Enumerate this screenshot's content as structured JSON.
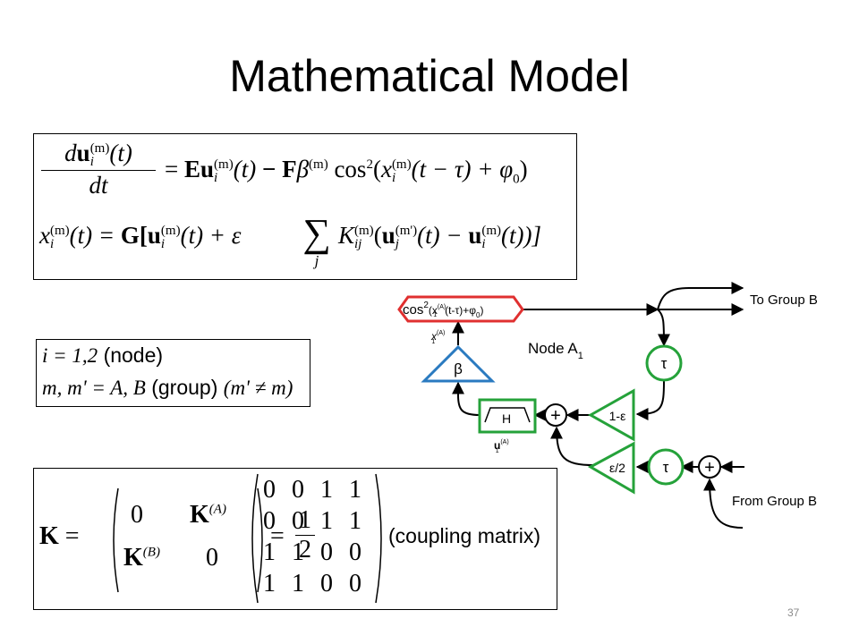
{
  "slide": {
    "title": "Mathematical Model",
    "page_number": "37"
  },
  "equations": {
    "eq1": {
      "lhs_num_d": "d",
      "lhs_num_u": "u",
      "sub_i": "i",
      "sup_m": "(m)",
      "arg_t": "(t)",
      "lhs_den": "dt",
      "eq": "=",
      "E": "E",
      "minus_F": "− F",
      "beta": "β",
      "cos": "cos",
      "sq": "2",
      "x": "x",
      "arg_delay": "(t − τ) + φ",
      "phi_sub": "0",
      "close": ")"
    },
    "eq2": {
      "x": "x",
      "arg_t": "(t) =",
      "G": "G[",
      "u": "u",
      "sub_i": "i",
      "sup_m": "(m)",
      "plus_eps": "(t) + ε",
      "sigma": "∑",
      "sum_index": "j",
      "K": "K",
      "sub_ij": "ij",
      "open": "(",
      "sub_j": "j",
      "sup_mprime": "(m')",
      "minus": "(t) −",
      "close": "(t))]"
    }
  },
  "definitions": {
    "line1_math": "i = 1,2",
    "line1_text": "(node)",
    "line2_math": "m, m' = A, B",
    "line2_text": "(group)",
    "line2_cond": "(m' ≠ m)"
  },
  "coupling": {
    "K": "K",
    "eq": "=",
    "block_top": "0",
    "block_top_K": "K",
    "block_top_sup": "(A)",
    "block_bottom_K": "K",
    "block_bottom_sup": "(B)",
    "block_bottom": "0",
    "half_num": "1",
    "half_den": "2",
    "rows": [
      [
        "0",
        "0",
        "1",
        "1"
      ],
      [
        "0",
        "0",
        "1",
        "1"
      ],
      [
        "1",
        "1",
        "0",
        "0"
      ],
      [
        "1",
        "1",
        "0",
        "0"
      ]
    ],
    "label": "(coupling matrix)"
  },
  "diagram": {
    "node_label": "Node A",
    "node_sub": "1",
    "nonlinearity": "cos",
    "nonlinearity_sq": "2",
    "nonlinearity_arg": "(x",
    "nonlinearity_arg_sup": "(A)",
    "nonlinearity_arg_sub": "1",
    "nonlinearity_rest": "(t-τ)+φ",
    "nonlinearity_phi_sub": "0",
    "nonlinearity_close": ")",
    "x_signal": "x",
    "x_signal_sup": "(A)",
    "x_signal_sub": "1",
    "beta": "β",
    "filter": "H",
    "u_signal": "u",
    "u_signal_sup": "(A)",
    "u_signal_sub": "1",
    "gain_one_minus_eps": "1-ε",
    "gain_eps_half": "ε/2",
    "delay_top": "τ",
    "delay_bottom": "τ",
    "plus1": "+",
    "plus2": "+",
    "to_group": "To Group B",
    "from_group": "From Group B",
    "colors": {
      "red": "#e03030",
      "blue": "#2a7ac0",
      "green": "#25a23a"
    }
  }
}
